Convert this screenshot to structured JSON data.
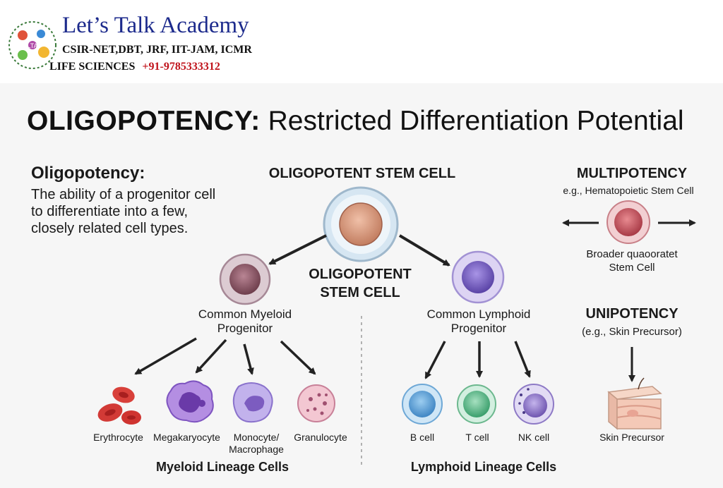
{
  "header": {
    "brand": "Let’s Talk Academy",
    "exams": "CSIR-NET,DBT, JRF, IIT-JAM, ICMR",
    "subject": "LIFE SCIENCES",
    "phone": "+91-9785333312"
  },
  "title": {
    "bold": "OLIGOPOTENCY:",
    "rest": "Restricted Differentiation Potential"
  },
  "definition": {
    "heading": "Oligopotency:",
    "text": "The ability of a progenitor cell to differentiate into a few, closely related cell types."
  },
  "stem_cell": {
    "top_label": "OLIGOPOTENT STEM CELL",
    "center_label_1": "OLIGOPOTENT",
    "center_label_2": "STEM CELL"
  },
  "myeloid": {
    "progenitor_1": "Common Myeloid",
    "progenitor_2": "Progenitor",
    "cells": [
      "Erythrocyte",
      "Megakaryocyte",
      "Monocyte/",
      "Macrophage",
      "Granulocyte"
    ],
    "lineage": "Myeloid Lineage Cells"
  },
  "lymphoid": {
    "progenitor_1": "Common Lymphoid",
    "progenitor_2": "Progenitor",
    "cells": [
      "B cell",
      "T cell",
      "NK cell"
    ],
    "lineage": "Lymphoid Lineage Cells"
  },
  "multipotency": {
    "heading": "MULTIPOTENCY",
    "example": "e.g., Hematopoietic Stem Cell",
    "desc_1": "Broader quaooratet",
    "desc_2": "Stem Cell"
  },
  "unipotency": {
    "heading": "UNIPOTENCY",
    "example": "(e.g., Skin Precursor)",
    "cell": "Skin Precursor"
  },
  "colors": {
    "brand": "#1c2a8c",
    "phone": "#c0141c",
    "stem": "#d89a7e",
    "myeloid": "#8e5a68",
    "lymphoid": "#7a62c2",
    "erythrocyte": "#d23a36",
    "megakaryocyte": "#8a55c0",
    "monocyte": "#9e86d6",
    "granulocyte": "#e89aae",
    "b_cell": "#5aa3dc",
    "t_cell": "#5dbf8c",
    "nk_cell": "#6b4ea8",
    "multipotent": "#c4505a"
  }
}
